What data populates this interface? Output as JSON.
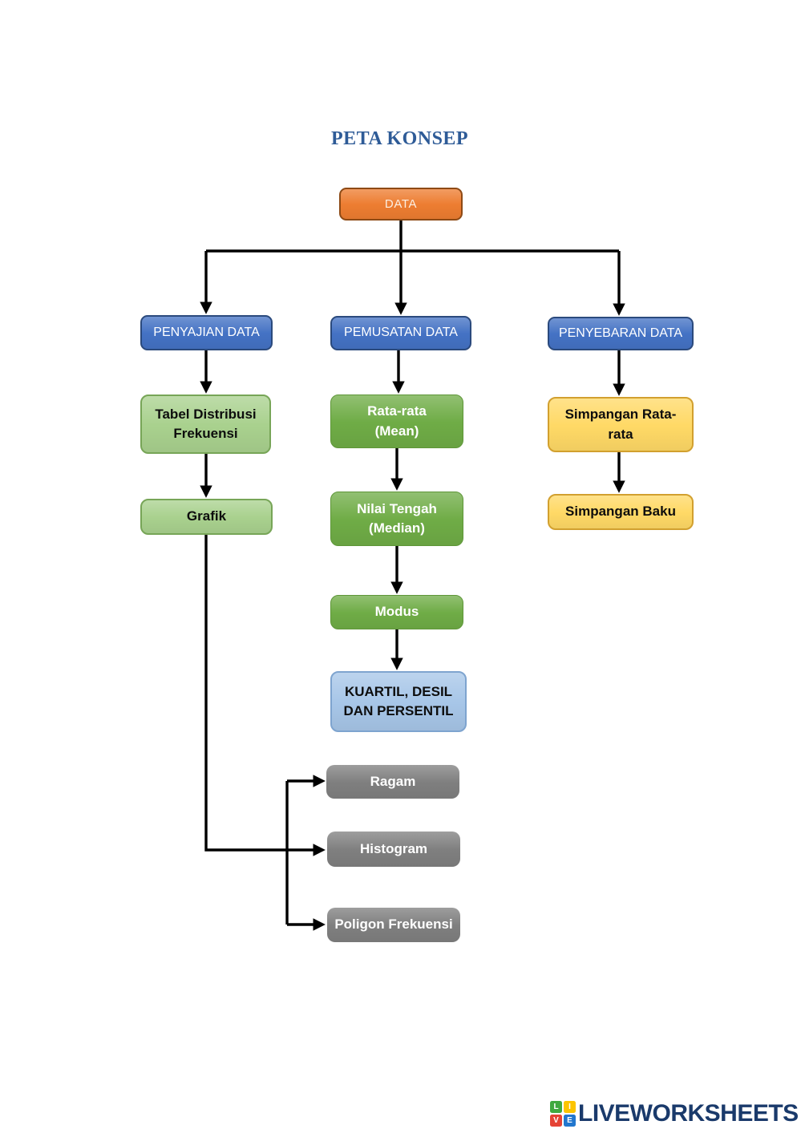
{
  "title": "PETA KONSEP",
  "nodes": {
    "data": {
      "label": "DATA"
    },
    "penyajian_data": {
      "label": "PENYAJIAN DATA"
    },
    "pemusatan_data": {
      "label": "PEMUSATAN DATA"
    },
    "penyebaran_data": {
      "label": "PENYEBARAN DATA"
    },
    "tabel_distribusi_frekuensi": {
      "line1": "Tabel Distribusi",
      "line2": "Frekuensi"
    },
    "grafik": {
      "label": "Grafik"
    },
    "rata_rata": {
      "line1": "Rata-rata",
      "line2": "(Mean)"
    },
    "nilai_tengah": {
      "line1": "Nilai Tengah",
      "line2": "(Median)"
    },
    "modus": {
      "label": "Modus"
    },
    "kuartil_desil_persentil": {
      "line1": "KUARTIL, DESIL",
      "line2": "DAN PERSENTIL"
    },
    "simpangan_rata_rata": {
      "line1": "Simpangan Rata-",
      "line2": "rata"
    },
    "simpangan_baku": {
      "label": "Simpangan Baku"
    },
    "ragam": {
      "label": "Ragam"
    },
    "histogram": {
      "label": "Histogram"
    },
    "poligon_frekuensi": {
      "label": "Poligon Frekuensi"
    }
  },
  "watermark": {
    "brand": "LIVEWORKSHEETS",
    "logo_letters": [
      "L",
      "I",
      "V",
      "E"
    ]
  },
  "colors": {
    "title_text": "#2E5B97",
    "orange_fill": "#ED7D31",
    "orange_border": "#8E4A15",
    "blue_fill": "#4472C4",
    "blue_border": "#2B4A7D",
    "light_green_fill": "#A9D18E",
    "light_green_border": "#77A557",
    "green_fill": "#6FAC46",
    "green_border": "#5E9638",
    "yellow_fill": "#FFD966",
    "yellow_border": "#D2A02F",
    "light_blue_fill": "#A7C6E8",
    "light_blue_border": "#7EA4CF",
    "gray_fill": "#7F7F7F",
    "line_color": "#000000",
    "brand_text": "#1A3A6B",
    "logo_green": "#3FA93F",
    "logo_yellow": "#FCC400",
    "logo_red": "#E54335",
    "logo_blue": "#2277CE"
  }
}
